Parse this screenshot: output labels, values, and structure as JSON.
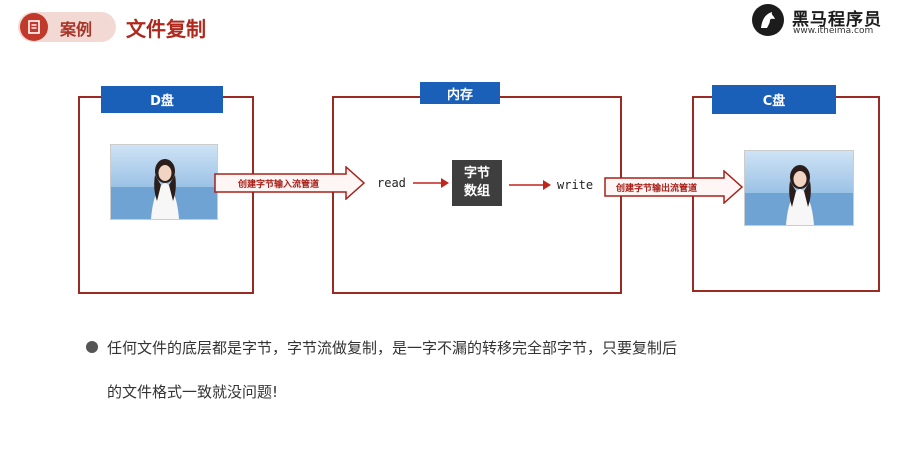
{
  "header": {
    "tag": "案例",
    "title": "文件复制"
  },
  "logo": {
    "name": "黑马程序员",
    "url": "www.itheima.com"
  },
  "diagram": {
    "left_box": {
      "title": "D盘"
    },
    "middle_box": {
      "title": "内存",
      "read_label": "read",
      "write_label": "write",
      "byte_array_line1": "字节",
      "byte_array_line2": "数组"
    },
    "right_box": {
      "title": "C盘"
    },
    "input_stream_label": "创建字节输入流管道",
    "output_stream_label": "创建字节输出流管道"
  },
  "note": {
    "line1": "任何文件的底层都是字节，字节流做复制，是一字不漏的转移完全部字节，只要复制后",
    "line2": "的文件格式一致就没问题!"
  },
  "colors": {
    "accent_red": "#9b2a22",
    "header_blue": "#1a5fb8",
    "byte_box": "#3e3e3e"
  },
  "icons": {
    "header_icon": "document-icon",
    "logo": "horse-logo-icon"
  }
}
